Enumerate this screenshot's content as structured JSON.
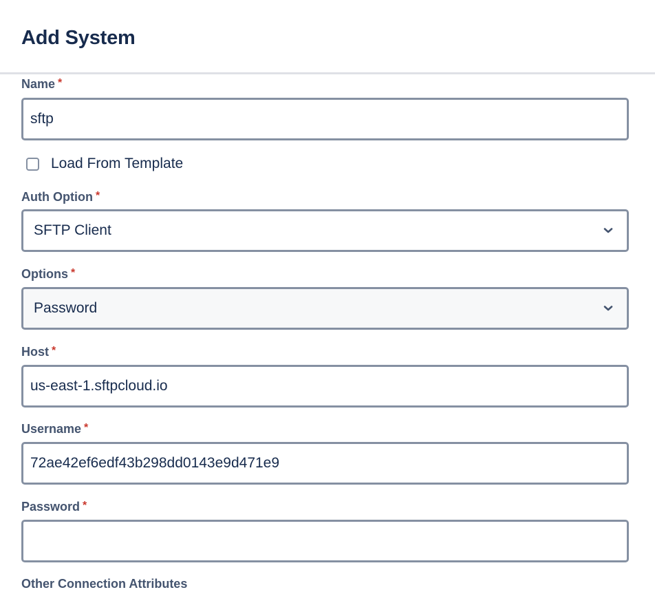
{
  "header": {
    "title": "Add System"
  },
  "form": {
    "name": {
      "label": "Name",
      "required_marker": "*",
      "value": "sftp"
    },
    "load_from_template": {
      "label": "Load From Template",
      "checked": false
    },
    "auth_option": {
      "label": "Auth Option",
      "required_marker": "*",
      "selected": "SFTP Client"
    },
    "options": {
      "label": "Options",
      "required_marker": "*",
      "selected": "Password"
    },
    "host": {
      "label": "Host",
      "required_marker": "*",
      "value": "us-east-1.sftpcloud.io"
    },
    "username": {
      "label": "Username",
      "required_marker": "*",
      "value": "72ae42ef6edf43b298dd0143e9d471e9"
    },
    "password": {
      "label": "Password",
      "required_marker": "*",
      "value": ""
    },
    "other_connection_attributes": {
      "label": "Other Connection Attributes"
    }
  },
  "colors": {
    "title": "#172b4d",
    "label": "#44546f",
    "required": "#c9372c",
    "input_border": "#8590a2",
    "select_filled_bg": "#f7f8f9",
    "divider": "#dfe1e6"
  }
}
